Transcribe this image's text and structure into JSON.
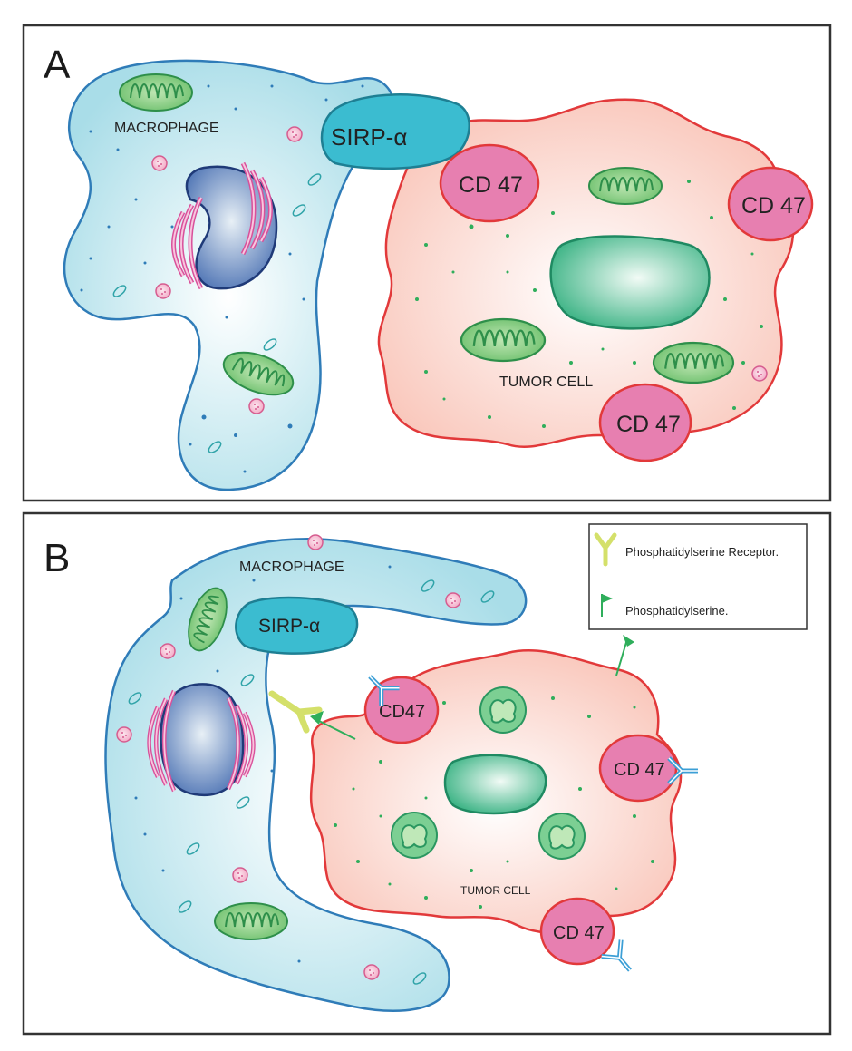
{
  "colors": {
    "macrophage_fill": "#a9dde8",
    "macrophage_stroke": "#2f7cb8",
    "tumor_fill": "#fbd0c5",
    "tumor_stroke": "#e2393a",
    "cd47_fill": "#e77fb0",
    "sirp_fill": "#3bbcd0",
    "mito_fill": "#7cc77a",
    "nucleus_fill": "#5277b6",
    "golgi": "#e56aa8",
    "tumor_nucleus": "#3eb486",
    "receptor": "#d4e06a",
    "ligand": "#2fae5b",
    "antibody": "#3c9fd6"
  },
  "panel_a": {
    "letter": "A",
    "macrophage_label": "MACROPHAGE",
    "sirp_label": "SIRP-α",
    "tumor_label": "TUMOR CELL",
    "cd47_labels": [
      "CD 47",
      "CD 47",
      "CD 47"
    ]
  },
  "panel_b": {
    "letter": "B",
    "macrophage_label": "MACROPHAGE",
    "sirp_label": "SIRP-α",
    "tumor_label": "TUMOR CELL",
    "cd47_labels": [
      "CD47",
      "CD 47",
      "CD 47"
    ],
    "legend": {
      "receptor_label": "Phosphatidylserine  Receptor.",
      "ligand_label": "Phosphatidylserine."
    }
  }
}
